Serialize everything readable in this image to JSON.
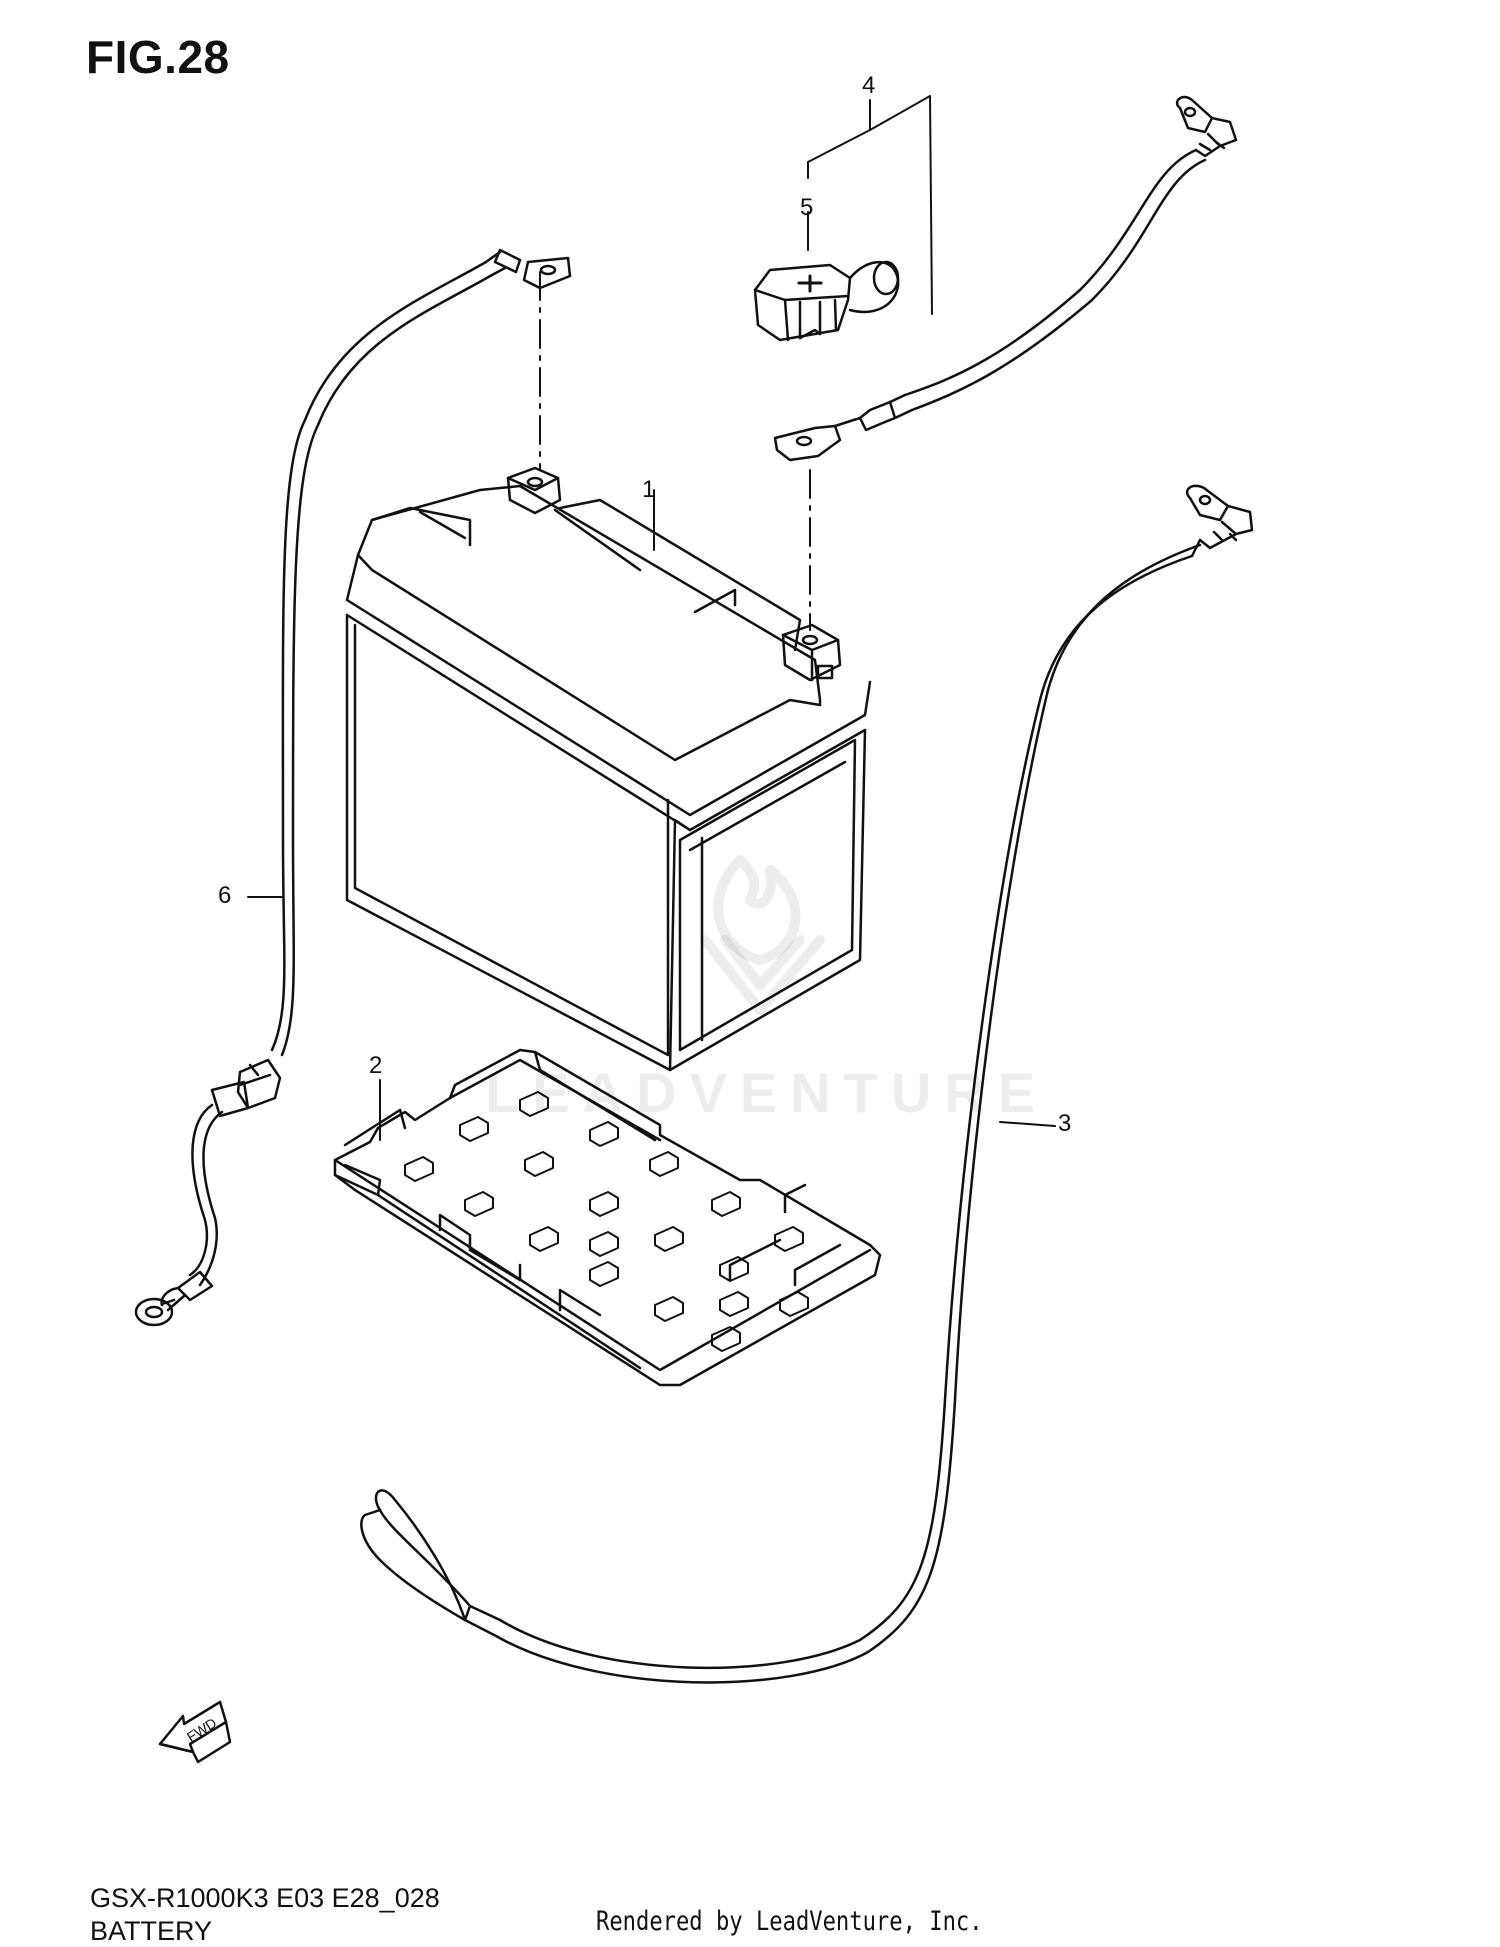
{
  "figure": {
    "title": "FIG.28"
  },
  "callouts": [
    {
      "ref": "1",
      "part": "battery"
    },
    {
      "ref": "2",
      "part": "battery-tray"
    },
    {
      "ref": "3",
      "part": "cable"
    },
    {
      "ref": "4",
      "part": "cable"
    },
    {
      "ref": "5",
      "part": "terminal-cover"
    },
    {
      "ref": "6",
      "part": "lead-wire"
    }
  ],
  "fwd_arrow": {
    "label": "FWD"
  },
  "watermark": {
    "text": "LEADVENTURE"
  },
  "footer": {
    "model_code": "GSX-R1000K3 E03 E28_028",
    "section_name": "BATTERY",
    "render_credit": "Rendered by LeadVenture, Inc."
  }
}
